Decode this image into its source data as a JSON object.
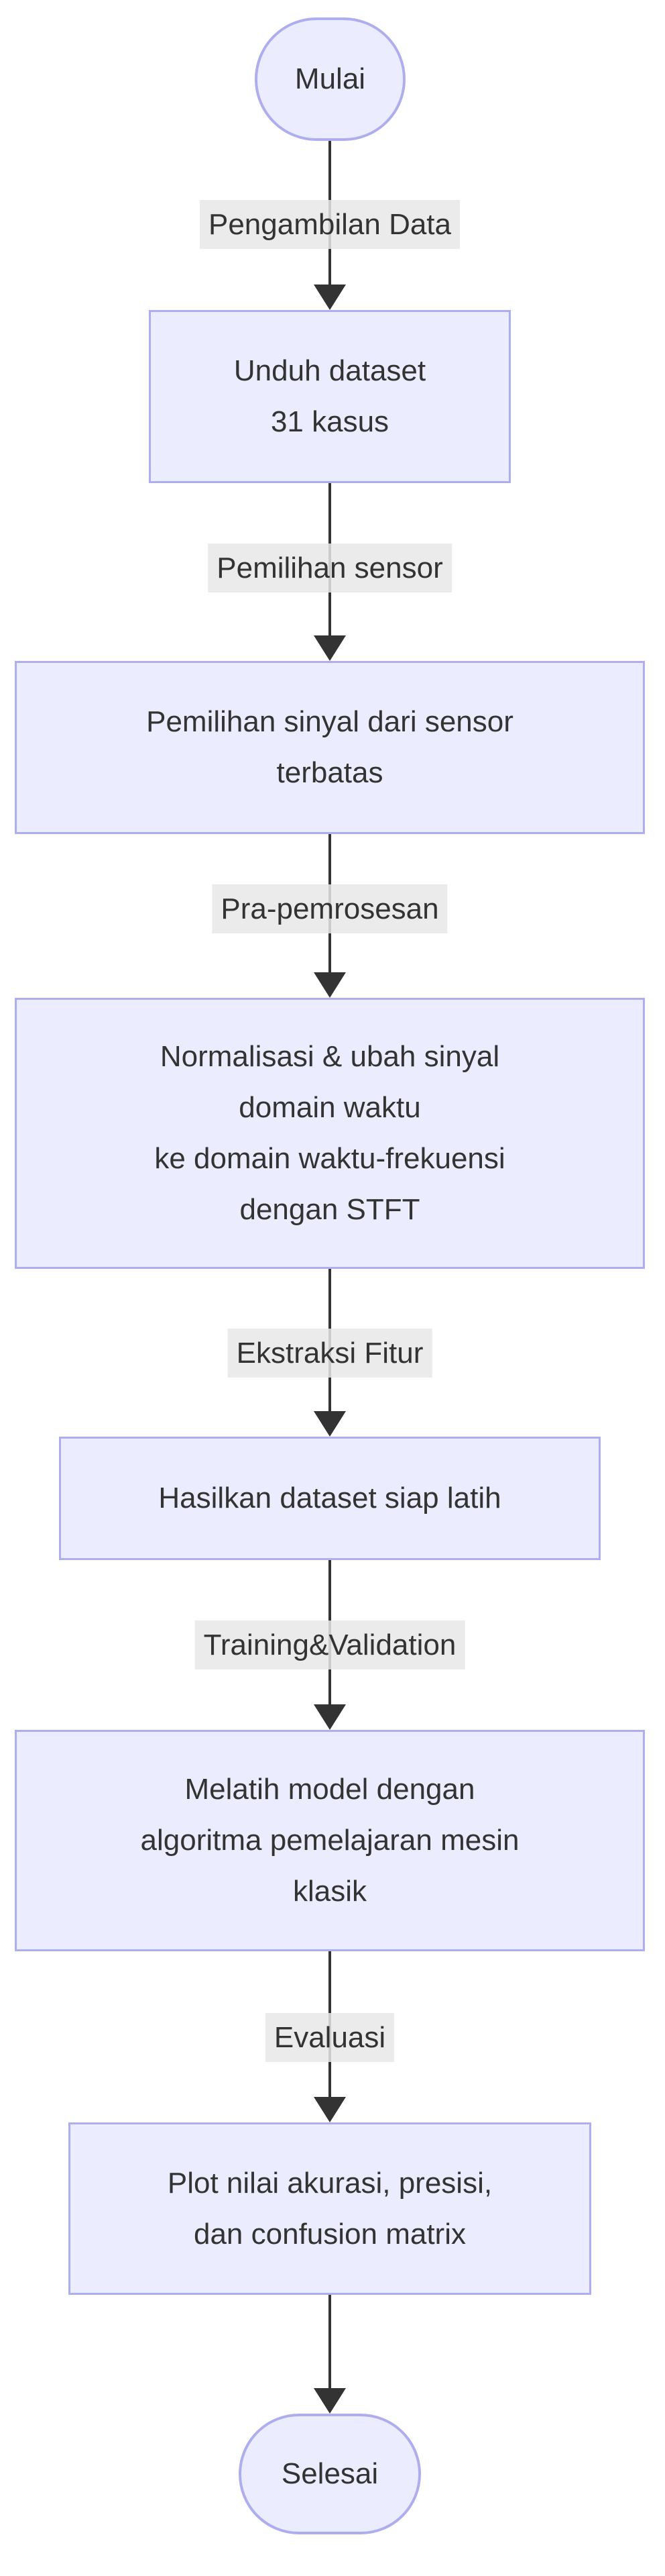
{
  "diagram": {
    "type": "flowchart",
    "direction": "top-down",
    "colors": {
      "background": "#ffffff",
      "node_fill": "#ECECFF",
      "node_border": "#aeaeef",
      "text": "#333333",
      "edge_label_bg": "#e8e8e8",
      "arrow": "#333333"
    },
    "nodes": [
      {
        "id": "mulai",
        "shape": "stadium",
        "label": "Mulai"
      },
      {
        "id": "unduh",
        "shape": "rect",
        "label": "Unduh dataset\n31 kasus"
      },
      {
        "id": "pemilihan",
        "shape": "rect",
        "label": "Pemilihan sinyal dari sensor\nterbatas"
      },
      {
        "id": "normalisasi",
        "shape": "rect",
        "label": "Normalisasi & ubah sinyal\ndomain waktu\nke domain waktu-frekuensi\ndengan STFT"
      },
      {
        "id": "hasilkan",
        "shape": "rect",
        "label": "Hasilkan dataset siap latih"
      },
      {
        "id": "melatih",
        "shape": "rect",
        "label": "Melatih model dengan\nalgoritma pemelajaran mesin\nklasik"
      },
      {
        "id": "plot",
        "shape": "rect",
        "label": "Plot nilai akurasi, presisi,\ndan confusion matrix"
      },
      {
        "id": "selesai",
        "shape": "stadium",
        "label": "Selesai"
      }
    ],
    "edges": [
      {
        "from": "mulai",
        "to": "unduh",
        "label": "Pengambilan Data"
      },
      {
        "from": "unduh",
        "to": "pemilihan",
        "label": "Pemilihan sensor"
      },
      {
        "from": "pemilihan",
        "to": "normalisasi",
        "label": "Pra-pemrosesan"
      },
      {
        "from": "normalisasi",
        "to": "hasilkan",
        "label": "Ekstraksi Fitur"
      },
      {
        "from": "hasilkan",
        "to": "melatih",
        "label": "Training&Validation"
      },
      {
        "from": "melatih",
        "to": "plot",
        "label": "Evaluasi"
      },
      {
        "from": "plot",
        "to": "selesai",
        "label": ""
      }
    ]
  }
}
